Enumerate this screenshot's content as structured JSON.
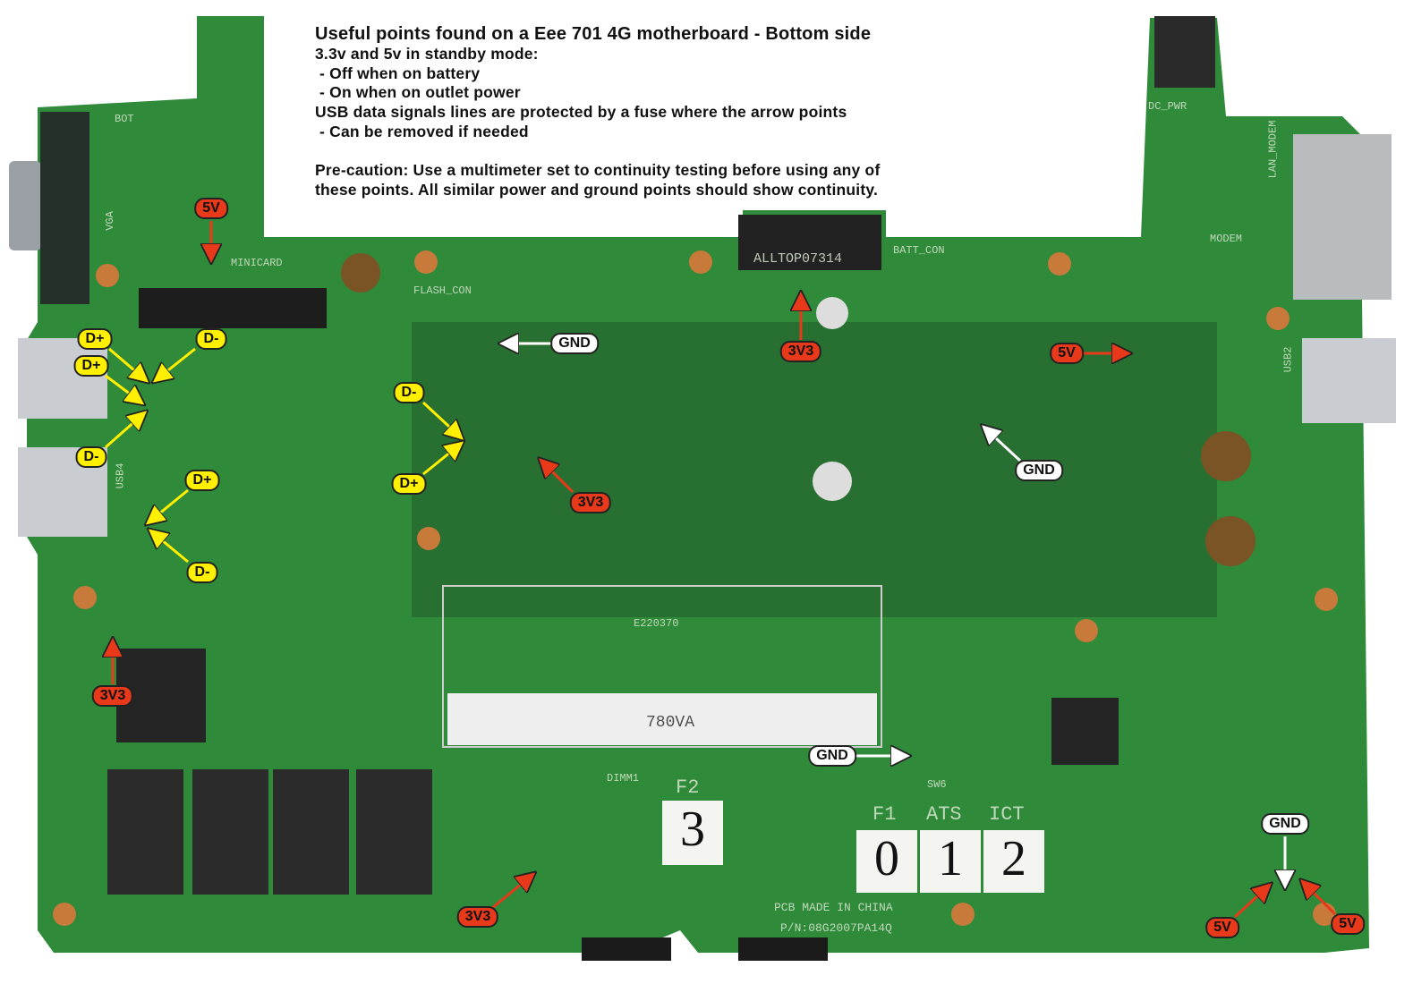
{
  "notes": {
    "title": "Useful points found on a Eee 701 4G motherboard - Bottom side",
    "lines": [
      "3.3v and 5v in standby mode:",
      " - Off when on battery",
      " - On when on outlet power",
      "USB data signals lines are protected by a fuse where the arrow points",
      " - Can be removed if needed",
      "",
      "Pre-caution: Use a multimeter set to continuity testing before using any of",
      "these points. All similar power and ground points should show continuity."
    ]
  },
  "labels": {
    "v5": "5V",
    "v3": "3V3",
    "gnd": "GND",
    "dp": "D+",
    "dm": "D-"
  },
  "silkscreen": {
    "bot": "BOT",
    "vga": "VGA",
    "minicard": "MINICARD",
    "flash": "FLASH_CON",
    "alltop": "ALLTOP07314",
    "batt": "BATT_CON",
    "dcpwr": "DC_PWR",
    "lanmodem": "LAN_MODEM",
    "modem": "MODEM",
    "usb2": "USB2",
    "usb4": "USB4",
    "dimm": "DIMM1",
    "sw6": "SW6",
    "e220": "E220370",
    "chip": "780VA",
    "made": "PCB MADE IN CHINA",
    "pn": "P/N:08G2007PA14Q",
    "f2": "F2",
    "f1": "F1",
    "ats": "ATS",
    "ict": "ICT"
  },
  "handwritten": [
    "3",
    "0",
    "1",
    "2"
  ],
  "colors": {
    "pcb": "#2f8a3a",
    "red_label": "#e8391a",
    "yellow_label": "#ffef00"
  }
}
